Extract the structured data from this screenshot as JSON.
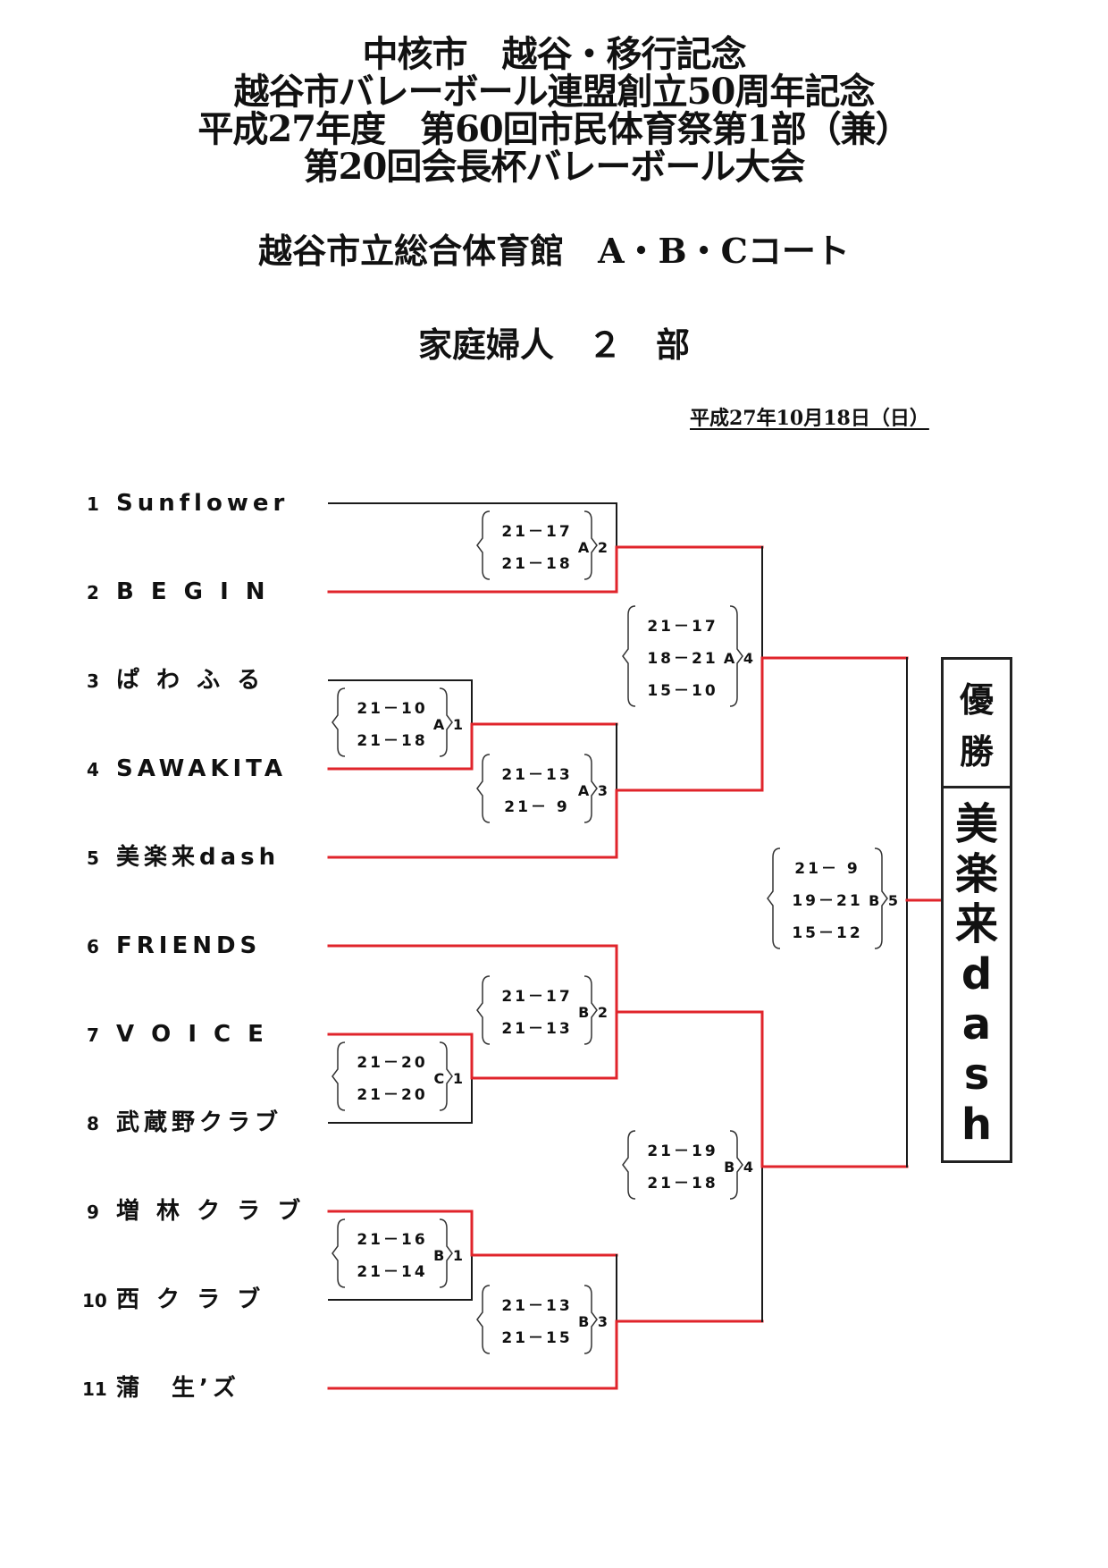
{
  "title_lines": [
    "中核市　越谷・移行記念",
    "越谷市バレーボール連盟創立50周年記念",
    "平成27年度　第60回市民体育祭第1部（兼）",
    "第20回会長杯バレーボール大会"
  ],
  "venue": "越谷市立総合体育館　A・B・Cコート",
  "division": "家庭婦人　２　部",
  "date": "平成27年10月18日（日）",
  "colors": {
    "winner_line": "#e0242b",
    "line": "#1a1a1a"
  },
  "teams": [
    {
      "no": "1",
      "name": "Sunflower"
    },
    {
      "no": "2",
      "name": "B E G I N"
    },
    {
      "no": "3",
      "name": "ぱ わ ふ る"
    },
    {
      "no": "4",
      "name": "SAWAKITA"
    },
    {
      "no": "5",
      "name": "美楽来dash"
    },
    {
      "no": "6",
      "name": "FRIENDS"
    },
    {
      "no": "7",
      "name": "V O I C E"
    },
    {
      "no": "8",
      "name": "武蔵野クラブ"
    },
    {
      "no": "9",
      "name": "増 林 ク ラ ブ"
    },
    {
      "no": "10",
      "name": "西 ク ラ ブ"
    },
    {
      "no": "11",
      "name": "蒲　生’ズ"
    }
  ],
  "matches": [
    {
      "id": "A1",
      "label": "A 1",
      "scores": [
        "21－10",
        "21－18"
      ]
    },
    {
      "id": "A2",
      "label": "A 2",
      "scores": [
        "21－17",
        "21－18"
      ]
    },
    {
      "id": "A3",
      "label": "A 3",
      "scores": [
        "21－13",
        "21－ 9"
      ]
    },
    {
      "id": "A4",
      "label": "A 4",
      "scores": [
        "21－17",
        "18－21",
        "15－10"
      ]
    },
    {
      "id": "C1",
      "label": "C 1",
      "scores": [
        "21－20",
        "21－20"
      ]
    },
    {
      "id": "B1",
      "label": "B 1",
      "scores": [
        "21－16",
        "21－14"
      ]
    },
    {
      "id": "B2",
      "label": "B 2",
      "scores": [
        "21－17",
        "21－13"
      ]
    },
    {
      "id": "B3",
      "label": "B 3",
      "scores": [
        "21－13",
        "21－15"
      ]
    },
    {
      "id": "B4",
      "label": "B 4",
      "scores": [
        "21－19",
        "21－18"
      ]
    },
    {
      "id": "B5",
      "label": "B 5",
      "scores": [
        "21－ 9",
        "19－21",
        "15－12"
      ]
    }
  ],
  "winner": {
    "heading_chars": [
      "優",
      "勝"
    ],
    "name_chars": [
      "美",
      "楽",
      "来",
      "d",
      "a",
      "s",
      "h"
    ]
  }
}
